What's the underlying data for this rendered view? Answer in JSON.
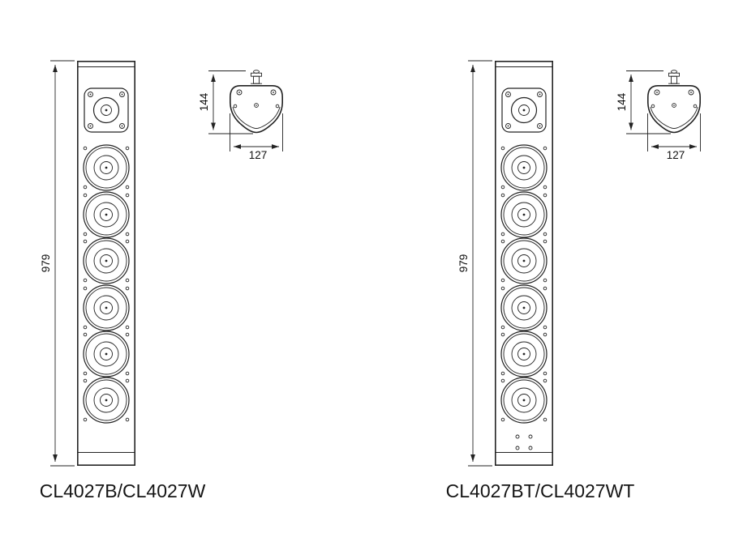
{
  "page": {
    "background": "#ffffff",
    "line_color": "#232323",
    "text_color": "#111111"
  },
  "figures": [
    {
      "label": "CL4027B/CL4027W",
      "height_mm": "979",
      "top_view_height_mm": "144",
      "top_view_width_mm": "127"
    },
    {
      "label": "CL4027BT/CL4027WT",
      "height_mm": "979",
      "top_view_height_mm": "144",
      "top_view_width_mm": "127"
    }
  ]
}
